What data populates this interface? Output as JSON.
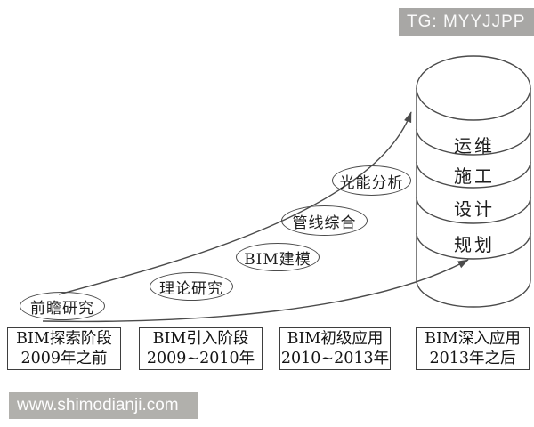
{
  "badge": {
    "text": "TG: MYYJJPP",
    "bg_color": "#a8a7a5",
    "text_color": "#fafafa"
  },
  "watermark": {
    "text": "www.shimodianji.com",
    "bg_color": "#b1b0ac",
    "text_color": "#fdfdfd"
  },
  "colors": {
    "line": "#4b4b4b",
    "text": "#1d1d1d",
    "background": "#ffffff"
  },
  "phase_ellipses": [
    {
      "label": "前瞻研究"
    },
    {
      "label": "理论研究"
    },
    {
      "label": "BIM建模"
    },
    {
      "label": "管线综合"
    },
    {
      "label": "光能分析"
    }
  ],
  "cylinder": {
    "layers": [
      "运维",
      "施工",
      "设计",
      "规划"
    ]
  },
  "stages": [
    {
      "line1": "BIM探索阶段",
      "line2": "2009年之前"
    },
    {
      "line1": "BIM引入阶段",
      "line2": "2009~2010年"
    },
    {
      "line1": "BIM初级应用",
      "line2": "2010~2013年"
    },
    {
      "line1": "BIM深入应用",
      "line2": "2013年之后"
    }
  ]
}
